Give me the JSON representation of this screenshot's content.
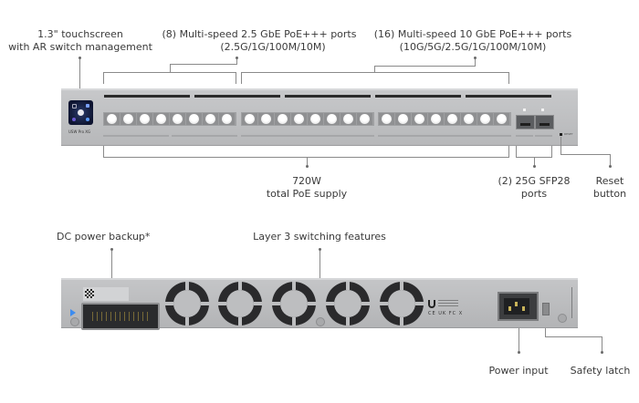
{
  "diagram": {
    "title": "Switch hardware overview (front and rear)",
    "front_callouts": {
      "touchscreen": {
        "line1": "1.3\" touchscreen",
        "line2": "with AR switch management"
      },
      "ports_2_5g": {
        "line1": "(8) Multi-speed 2.5 GbE PoE+++ ports",
        "line2": "(2.5G/1G/100M/10M)"
      },
      "ports_10g": {
        "line1": "(16) Multi-speed 10 GbE PoE+++ ports",
        "line2": "(10G/5G/2.5G/1G/100M/10M)"
      },
      "poe_supply": {
        "line1": "720W",
        "line2": "total PoE supply"
      },
      "sfp28": {
        "line1": "(2) 25G SFP28",
        "line2": "ports"
      },
      "reset": {
        "line1": "Reset",
        "line2": "button"
      }
    },
    "rear_callouts": {
      "dc_backup": "DC power backup*",
      "layer3": "Layer 3 switching features",
      "power_input": "Power input",
      "safety_latch": "Safety latch"
    },
    "device": {
      "model_text": "USW Pro XG",
      "reset_text": "RESET",
      "cert_marks": "CE UK FC X",
      "rj45_port_count": 24,
      "sfp_port_count": 2,
      "fan_count": 5
    },
    "colors": {
      "chassis": "#bfc0c2",
      "callout_line": "#8a8a8a",
      "screen": "#0e1430",
      "status_led": "#3c8cf0"
    }
  }
}
